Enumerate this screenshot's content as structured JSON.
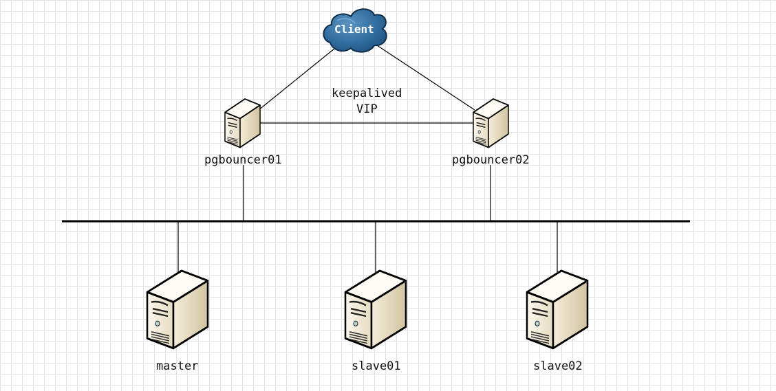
{
  "nodes": {
    "client": "Client",
    "pgbouncer01": "pgbouncer01",
    "pgbouncer02": "pgbouncer02",
    "master": "master",
    "slave01": "slave01",
    "slave02": "slave02"
  },
  "link_labels": {
    "keepalived": "keepalived",
    "vip": "VIP"
  }
}
